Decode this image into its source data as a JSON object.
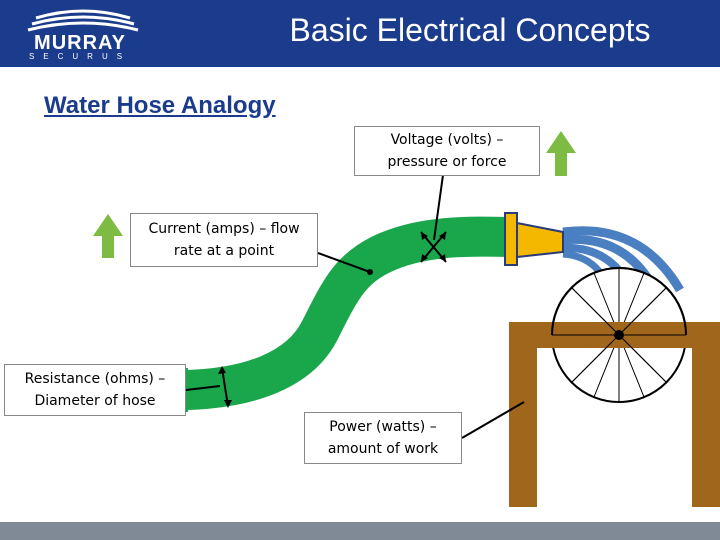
{
  "header": {
    "title": "Basic Electrical Concepts",
    "logo": {
      "word": "MURRAY",
      "sub": "SECURUS"
    },
    "background": "#1b3c8c"
  },
  "subtitle": "Water Hose Analogy",
  "labels": {
    "voltage": {
      "line1": "Voltage (volts) –",
      "line2": "pressure or force"
    },
    "current": {
      "line1": "Current (amps) – flow",
      "line2": "rate at a point"
    },
    "resistance": {
      "line1": "Resistance (ohms) –",
      "line2": "Diameter of hose"
    },
    "power": {
      "line1": "Power (watts) –",
      "line2": "amount of work"
    }
  },
  "colors": {
    "hose": "#1aa64a",
    "nozzle": "#f5b800",
    "water": "#4a7fc1",
    "frame": "#a0661c",
    "arrow": "#7dbb42",
    "footer": "#7f8a96"
  },
  "icons": [
    "up-arrow-icon",
    "up-arrow-icon",
    "water-wheel-icon",
    "nozzle-icon"
  ]
}
